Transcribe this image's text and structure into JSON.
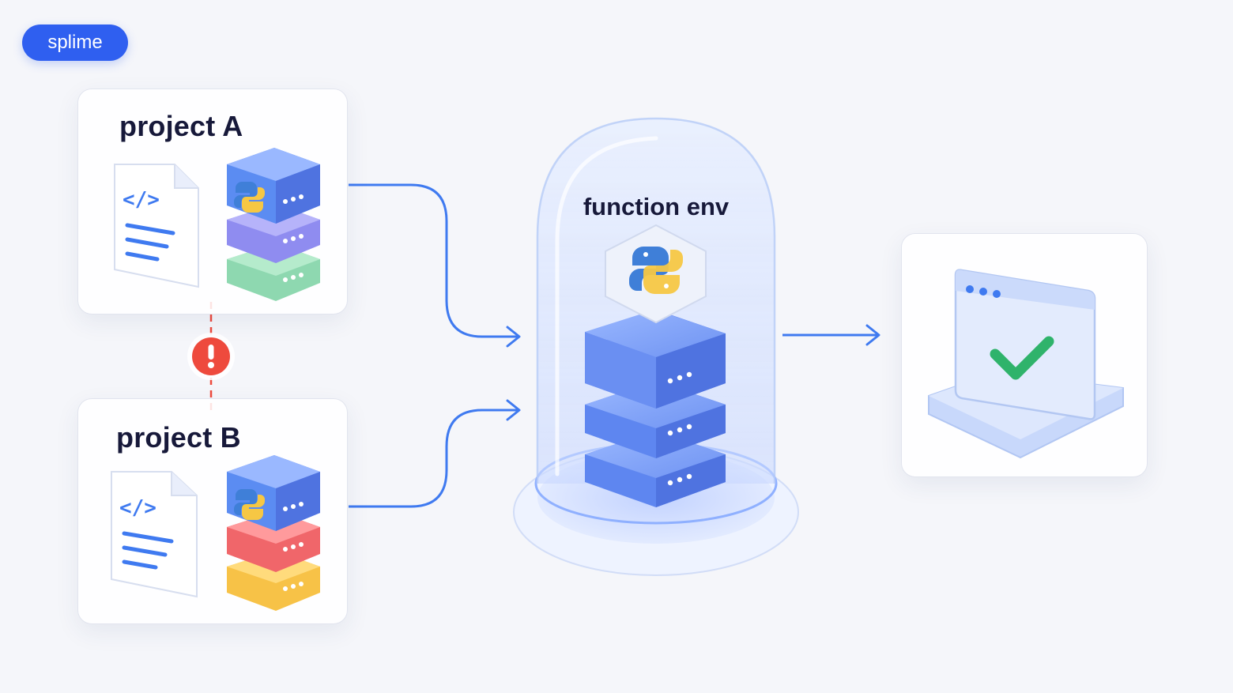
{
  "brand": {
    "label": "splime"
  },
  "projects": [
    {
      "title": "project A",
      "file_icon": "code-file-icon",
      "stack_colors": [
        "#5b8cf2",
        "#8b86ef",
        "#7fd3a6"
      ]
    },
    {
      "title": "project B",
      "file_icon": "code-file-icon",
      "stack_colors": [
        "#5b8cf2",
        "#f0666a",
        "#f7c247"
      ]
    }
  ],
  "conflict": {
    "icon": "exclamation-icon",
    "color": "#ee4a3d"
  },
  "environment": {
    "label": "function env",
    "icon": "python-logo-icon",
    "layer_color": "#5e86f0"
  },
  "output": {
    "icon": "browser-window-check-icon",
    "check_color": "#2fb36b"
  },
  "colors": {
    "accent": "#2f5ff0",
    "connector": "#3f7af0",
    "background": "#f5f6fa"
  }
}
